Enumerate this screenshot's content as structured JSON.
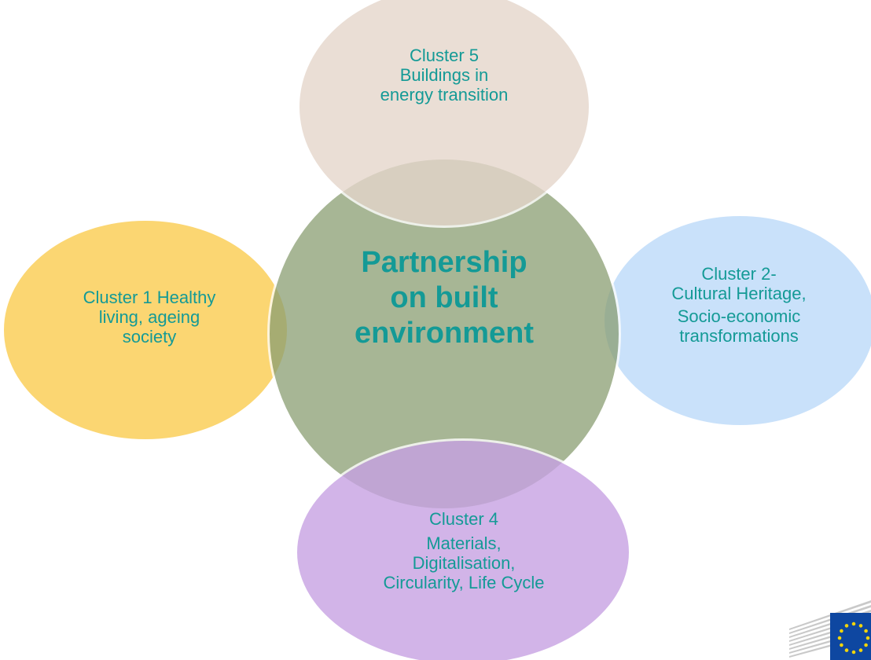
{
  "colors": {
    "text": "#149a96",
    "center_fill": "#8a9e72",
    "top_fill": "#e5d6cb",
    "left_fill": "#fbd46b",
    "right_fill": "#c9e1fa",
    "bottom_fill": "#c7a2e3",
    "eu_blue": "#0e47a1",
    "eu_star": "#f2d40b"
  },
  "center": {
    "lines": [
      "Partnership",
      "on built",
      "environment"
    ]
  },
  "clusters": {
    "top": {
      "lines": [
        "Cluster 5",
        "Buildings in",
        "energy transition"
      ]
    },
    "left": {
      "lines": [
        "Cluster 1 Healthy",
        "living, ageing",
        "society"
      ]
    },
    "right": {
      "lines": [
        "Cluster 2-",
        "Cultural Heritage,",
        "Socio-economic",
        "transformations"
      ]
    },
    "bottom": {
      "lines": [
        "Cluster 4",
        "Materials,",
        "Digitalisation,",
        "Circularity, Life Cycle"
      ]
    }
  },
  "logo": {
    "icon": "european-commission-logo-icon"
  }
}
